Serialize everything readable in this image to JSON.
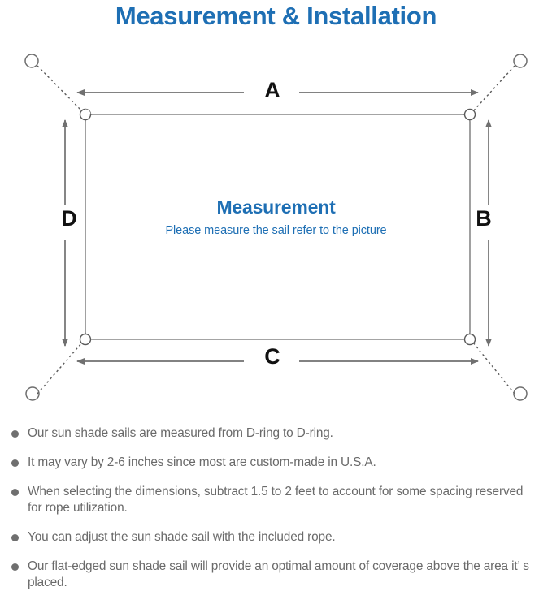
{
  "page": {
    "title": "Measurement & Installation",
    "title_color": "#1E6FB4",
    "background": "#FFFFFF"
  },
  "diagram": {
    "name": "sun-shade-sail-measurement-diagram",
    "sail": {
      "center_title": "Measurement",
      "center_subtitle": "Please measure the sail refer to the picture",
      "stroke_color": "#808080",
      "text_color": "#1E6FB4"
    },
    "dimension_labels": [
      {
        "id": "a",
        "label": "A",
        "edge": "top"
      },
      {
        "id": "b",
        "label": "B",
        "edge": "right"
      },
      {
        "id": "c",
        "label": "C",
        "edge": "bottom"
      },
      {
        "id": "d",
        "label": "D",
        "edge": "left"
      }
    ],
    "d_rings": [
      {
        "id": "top-left",
        "label": "D-ring"
      },
      {
        "id": "top-right",
        "label": "D-ring"
      },
      {
        "id": "bottom-left",
        "label": "D-ring"
      },
      {
        "id": "bottom-right",
        "label": "D-ring"
      }
    ],
    "anchor_points": [
      {
        "id": "top-left",
        "label": "anchor-point"
      },
      {
        "id": "top-right",
        "label": "anchor-point"
      },
      {
        "id": "bottom-left",
        "label": "anchor-point"
      },
      {
        "id": "bottom-right",
        "label": "anchor-point"
      }
    ],
    "arrow_color": "#707070",
    "rope_line_style": "dotted"
  },
  "notes": {
    "bullet_color": "#6F6F6F",
    "text_color": "#6A6A6A",
    "items": [
      "Our sun shade sails are measured from D-ring to D-ring.",
      "It may vary by 2-6 inches since most are custom-made in U.S.A.",
      "When selecting the dimensions, subtract 1.5 to 2 feet to account for some spacing reserved for rope utilization.",
      "You can adjust the sun shade sail with the included rope.",
      "Our flat-edged sun shade sail will provide an optimal amount of coverage above the area it’ s placed."
    ]
  }
}
